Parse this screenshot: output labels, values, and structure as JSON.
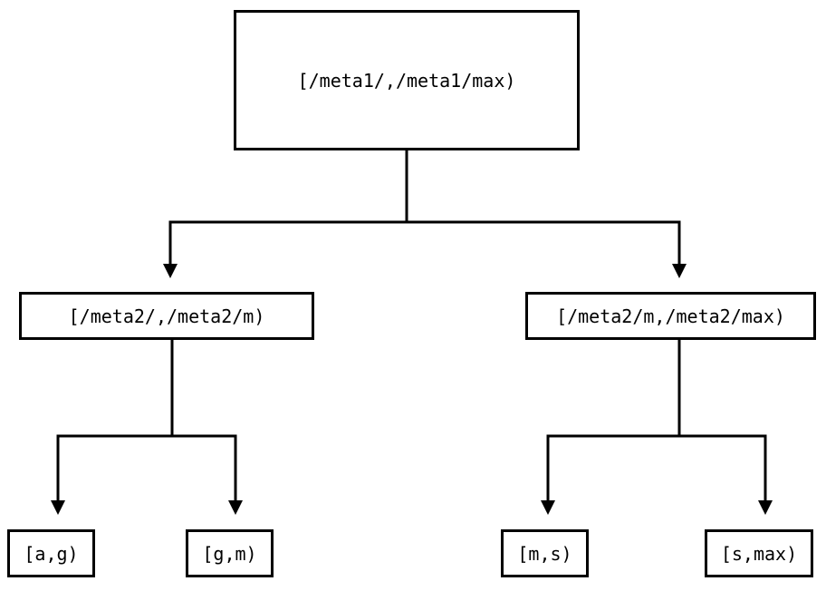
{
  "diagram": {
    "type": "tree",
    "stroke_color": "#000000",
    "background_color": "#ffffff",
    "text_color": "#000000",
    "nodes": {
      "root": {
        "label": "[/meta1/,/meta1/max)"
      },
      "mid_left": {
        "label": "[/meta2/,/meta2/m)"
      },
      "mid_right": {
        "label": "[/meta2/m,/meta2/max)"
      },
      "leaf_1": {
        "label": "[a,g)"
      },
      "leaf_2": {
        "label": "[g,m)"
      },
      "leaf_3": {
        "label": "[m,s)"
      },
      "leaf_4": {
        "label": "[s,max)"
      }
    },
    "edges": [
      {
        "from": "root",
        "to": "mid_left",
        "arrow": "down-triangle"
      },
      {
        "from": "root",
        "to": "mid_right",
        "arrow": "down-triangle"
      },
      {
        "from": "mid_left",
        "to": "leaf_1",
        "arrow": "down-triangle"
      },
      {
        "from": "mid_left",
        "to": "leaf_2",
        "arrow": "down-triangle"
      },
      {
        "from": "mid_right",
        "to": "leaf_3",
        "arrow": "down-triangle"
      },
      {
        "from": "mid_right",
        "to": "leaf_4",
        "arrow": "down-triangle"
      }
    ]
  }
}
